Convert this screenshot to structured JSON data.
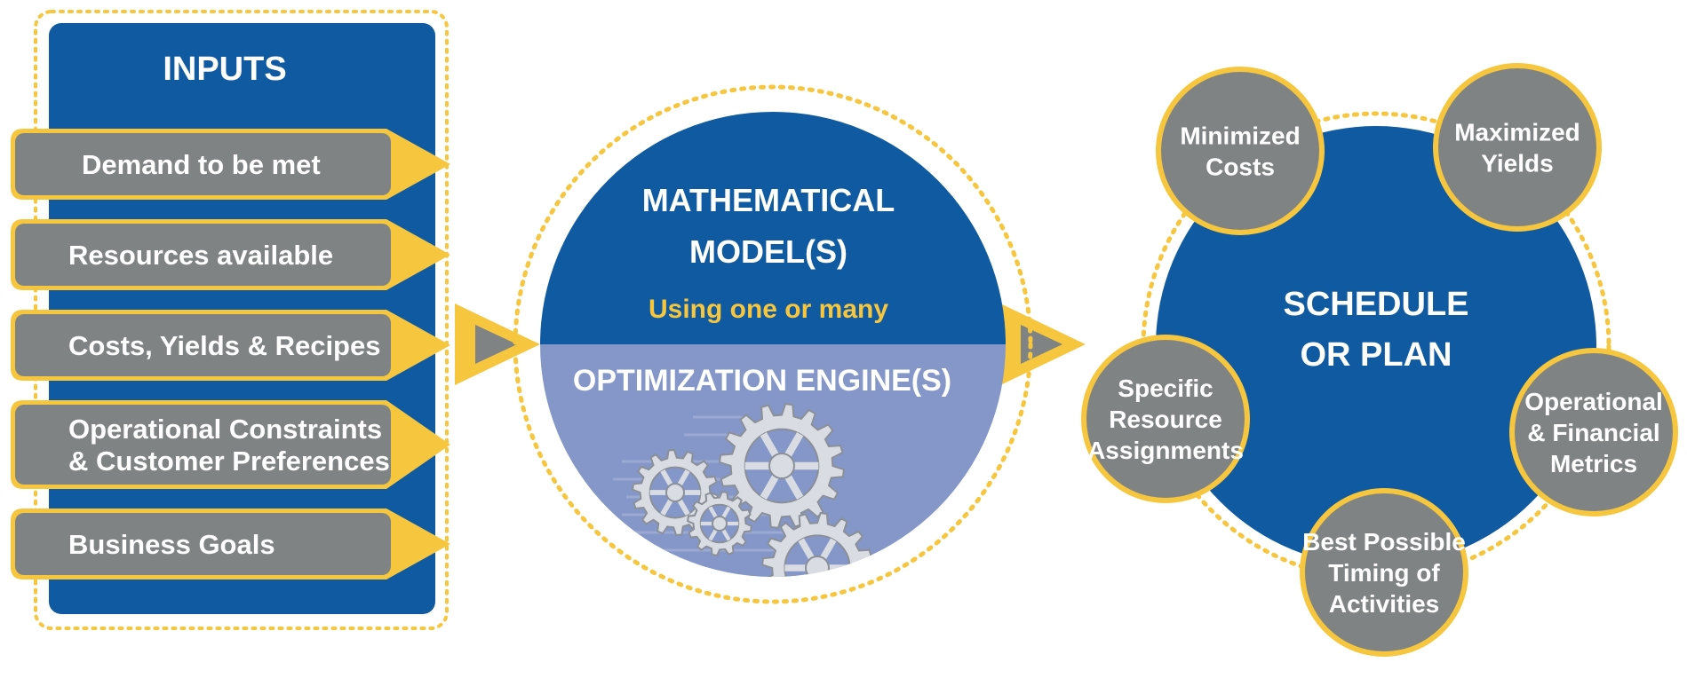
{
  "inputs": {
    "title": "INPUTS",
    "items": [
      {
        "lines": [
          "Demand to be met"
        ]
      },
      {
        "lines": [
          "Resources available"
        ]
      },
      {
        "lines": [
          "Costs, Yields & Recipes"
        ]
      },
      {
        "lines": [
          "Operational Constraints",
          "& Customer Preferences"
        ]
      },
      {
        "lines": [
          "Business Goals"
        ]
      }
    ]
  },
  "engine": {
    "model_lines": [
      "MATHEMATICAL",
      "MODEL(S)"
    ],
    "connector": "Using one or many",
    "engine_label": "OPTIMIZATION ENGINE(S)"
  },
  "output": {
    "center_lines": [
      "SCHEDULE",
      "OR PLAN"
    ],
    "satellites": [
      {
        "lines": [
          "Minimized",
          "Costs"
        ]
      },
      {
        "lines": [
          "Maximized",
          "Yields"
        ]
      },
      {
        "lines": [
          "Operational",
          "& Financial",
          "Metrics"
        ]
      },
      {
        "lines": [
          "Best Possible",
          "Timing of",
          "Activities"
        ]
      },
      {
        "lines": [
          "Specific",
          "Resource",
          "Assignments"
        ]
      }
    ]
  },
  "colors": {
    "blue": "#0f5aa0",
    "light_blue": "#8497c8",
    "gray": "#7f8383",
    "yellow": "#f6c63e",
    "white": "#ffffff"
  }
}
